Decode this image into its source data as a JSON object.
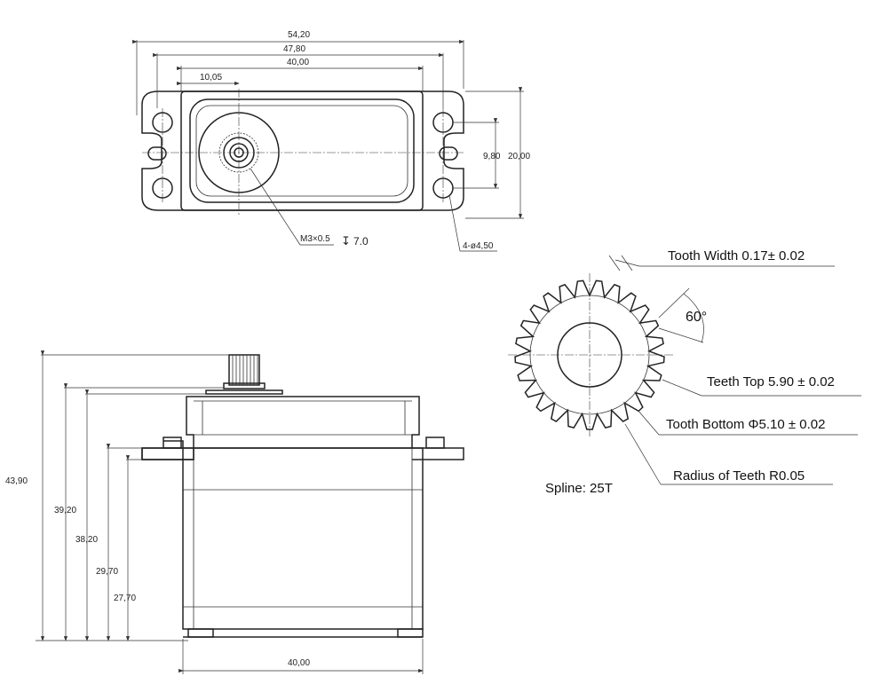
{
  "top_view": {
    "dim_overall_length": "54,20",
    "dim_hole_spacing": "47,80",
    "dim_body_length": "40,00",
    "dim_shaft_offset": "10,05",
    "dim_hole_pitch_vertical": "9,80",
    "dim_width": "20,00",
    "screw_callout": "M3×0.5",
    "screw_depth": "7.0",
    "hole_callout": "4-ø4,50"
  },
  "side_view": {
    "dim_total_height": "43,90",
    "dim_h2": "39,20",
    "dim_h3": "38,20",
    "dim_h4": "29,70",
    "dim_h5": "27,70",
    "dim_bottom_width": "40,00"
  },
  "spline": {
    "tooth_width": "Tooth Width 0.17± 0.02",
    "angle": "60°",
    "teeth_top": "Teeth Top 5.90 ± 0.02",
    "tooth_bottom": "Tooth Bottom Φ5.10 ± 0.02",
    "radius_of_teeth": "Radius of Teeth R0.05",
    "spline_count": "Spline: 25T"
  }
}
